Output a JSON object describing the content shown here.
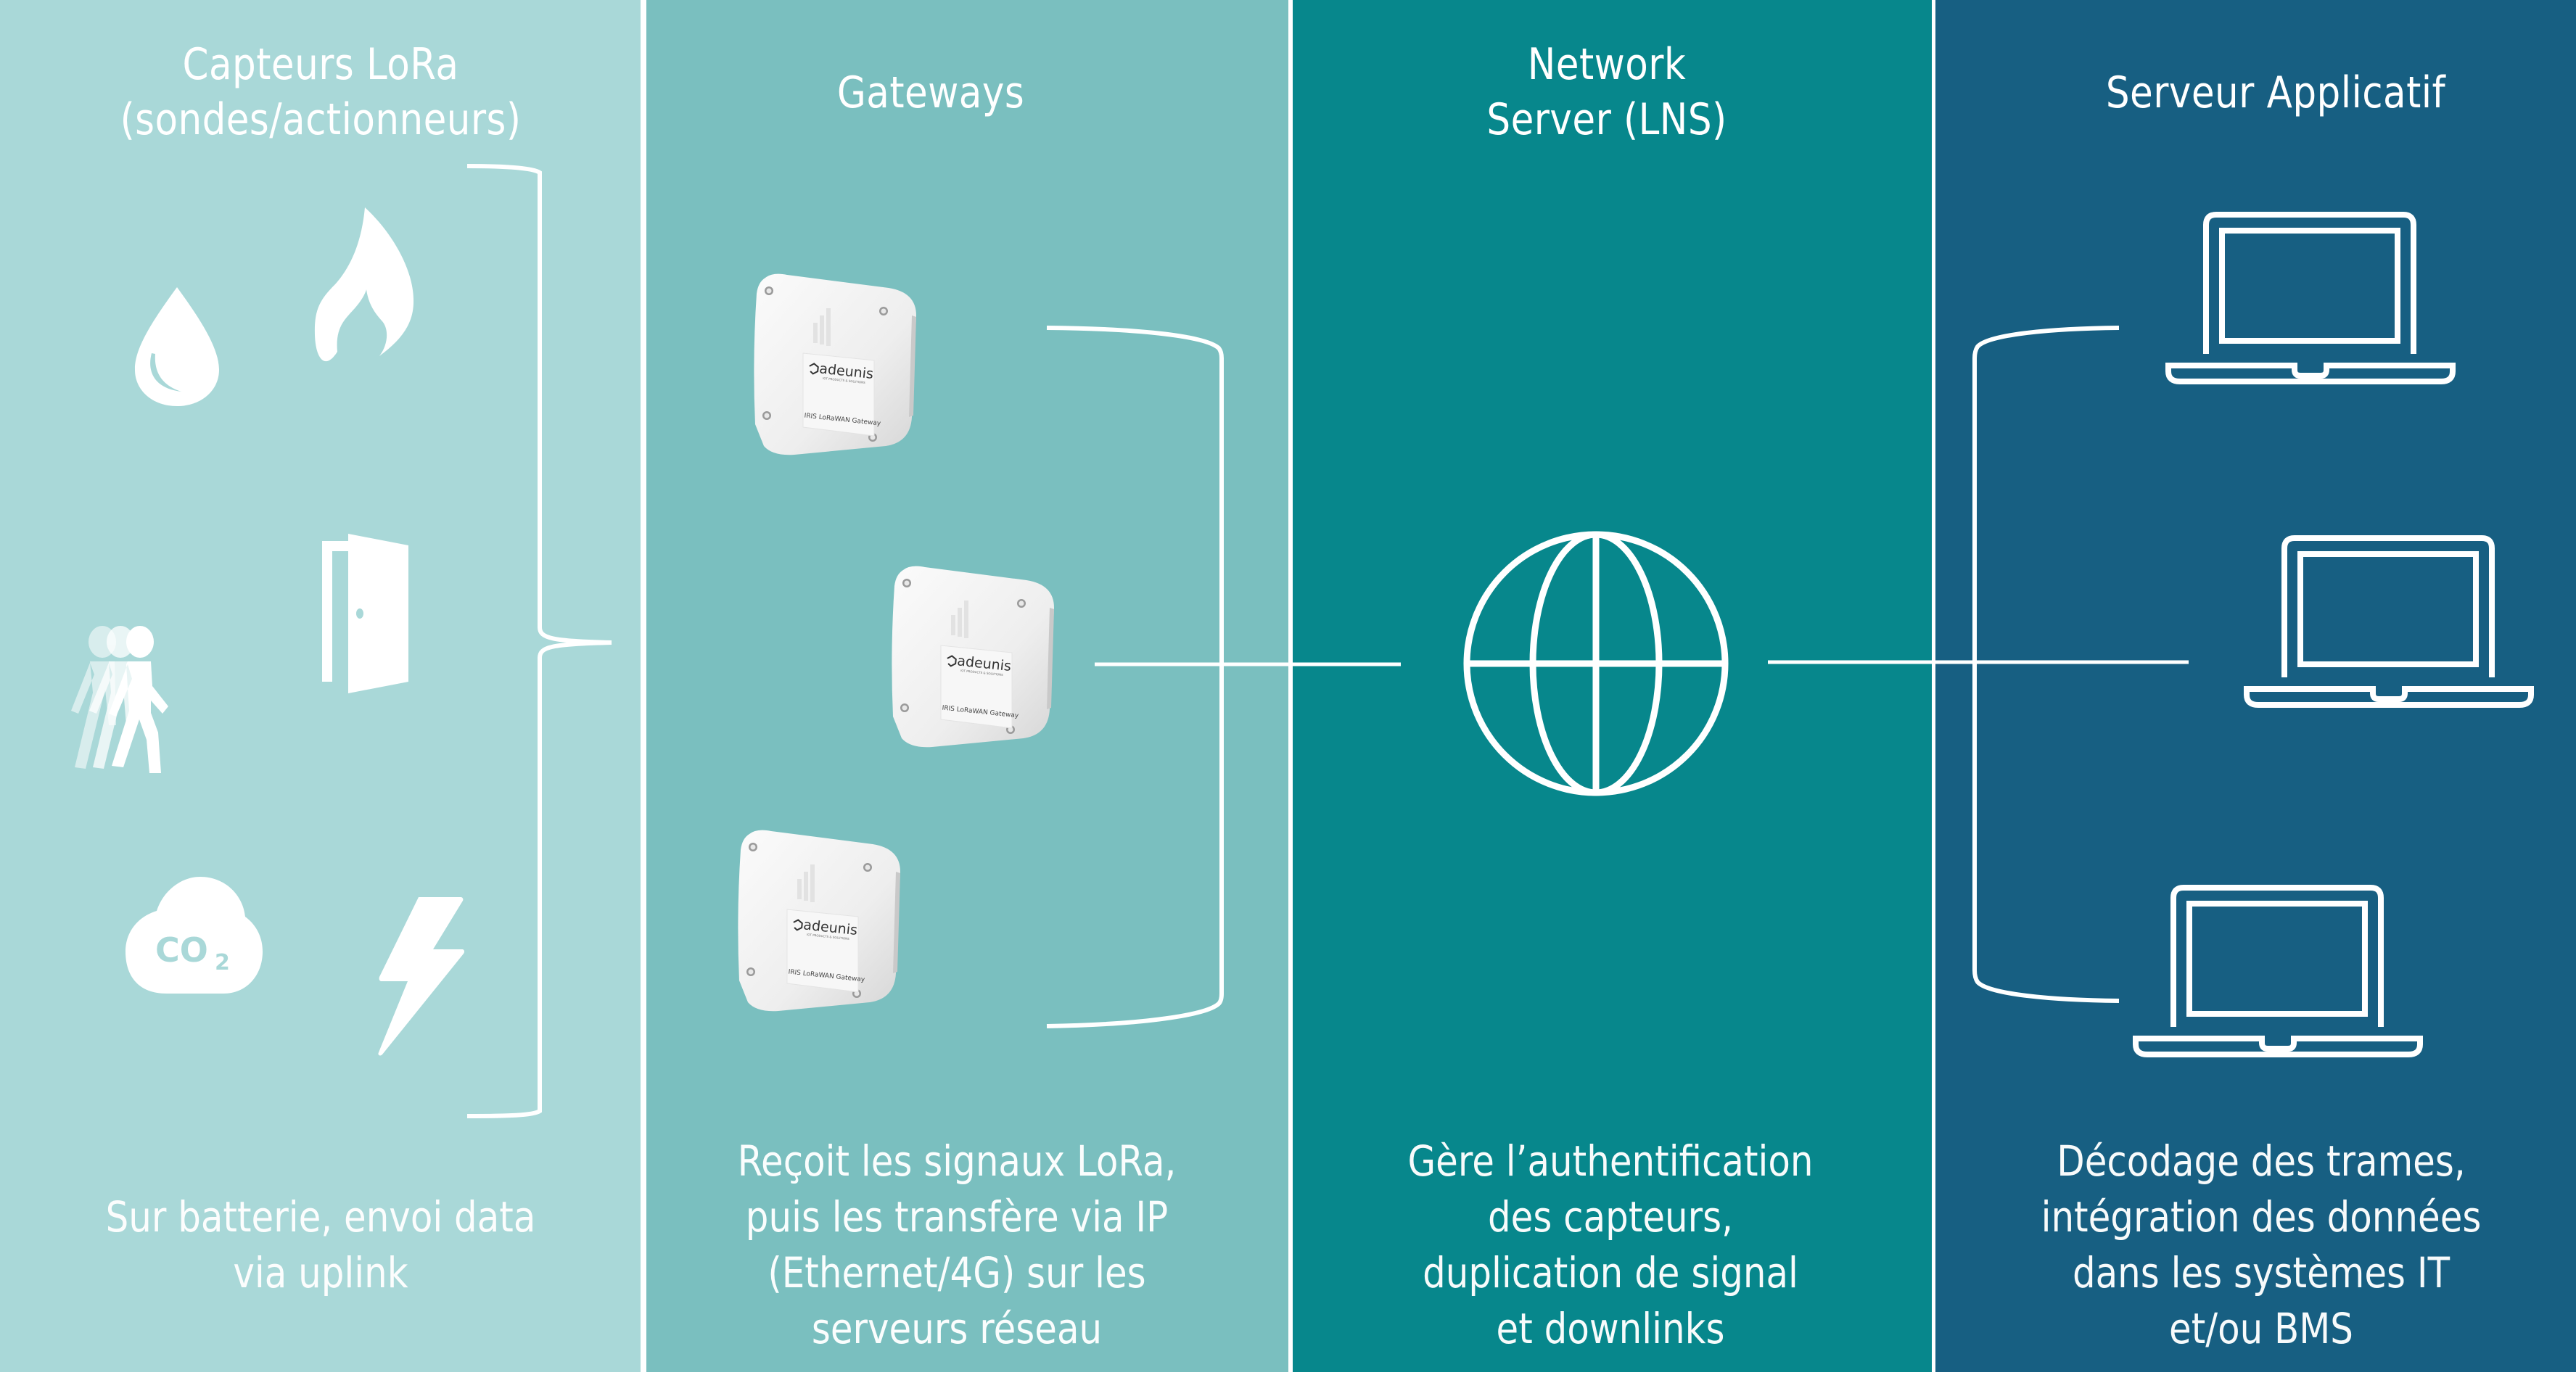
{
  "colors": {
    "sensors_panel": "#A9D8D8",
    "gateways_panel": "#7ABFBF",
    "network_panel": "#07878C",
    "application_panel": "#175F82",
    "foreground": "#FFFFFF"
  },
  "columns": [
    {
      "id": "sensors",
      "title_lines": [
        "Capteurs LoRa",
        "(sondes/actionneurs)"
      ],
      "icons": [
        "water-drop-icon",
        "flame-icon",
        "walking-people-icon",
        "door-icon",
        "co2-cloud-icon",
        "lightning-bolt-icon"
      ],
      "co2_label": "CO",
      "co2_subscript": "2",
      "description_lines": [
        "Sur batterie, envoi data",
        "via uplink"
      ]
    },
    {
      "id": "gateways",
      "title_lines": [
        "Gateways"
      ],
      "devices": [
        {
          "brand": "adeunis",
          "tagline": "IOT PRODUCTS & SOLUTIONS",
          "model": "IRIS LoRaWAN Gateway"
        },
        {
          "brand": "adeunis",
          "tagline": "IOT PRODUCTS & SOLUTIONS",
          "model": "IRIS LoRaWAN Gateway"
        },
        {
          "brand": "adeunis",
          "tagline": "IOT PRODUCTS & SOLUTIONS",
          "model": "IRIS LoRaWAN Gateway"
        }
      ],
      "description_lines": [
        "Reçoit les signaux LoRa,",
        "puis les transfère via IP",
        "(Ethernet/4G) sur les",
        "serveurs réseau"
      ]
    },
    {
      "id": "network-server",
      "title_lines": [
        "Network",
        "Server (LNS)"
      ],
      "icons": [
        "globe-icon"
      ],
      "description_lines": [
        "Gère l’authentification",
        "des capteurs,",
        "duplication de signal",
        "et downlinks"
      ]
    },
    {
      "id": "application-server",
      "title_lines": [
        "Serveur Applicatif"
      ],
      "icons": [
        "laptop-icon",
        "laptop-icon",
        "laptop-icon"
      ],
      "description_lines": [
        "Décodage des trames,",
        "intégration des données",
        "dans les systèmes IT",
        "et/ou BMS"
      ]
    }
  ]
}
